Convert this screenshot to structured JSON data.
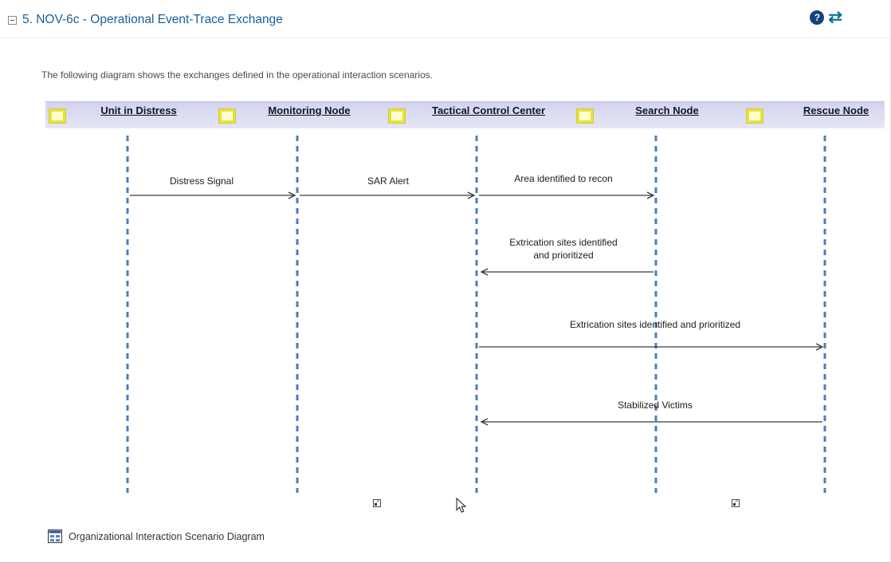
{
  "header": {
    "title": "5. NOV-6c - Operational Event-Trace Exchange"
  },
  "icons": {
    "help": "?",
    "swap": "⇄",
    "collapse": "minus-square",
    "caption": "diagram-table-icon",
    "node": "yellow-square"
  },
  "intro_text": "The following diagram shows the exchanges defined in the operational interaction scenarios.",
  "diagram": {
    "type": "sequence-event-trace",
    "nodes": [
      {
        "label": "Unit in Distress"
      },
      {
        "label": "Monitoring Node"
      },
      {
        "label": "Tactical Control Center"
      },
      {
        "label": "Search Node"
      },
      {
        "label": "Rescue Node"
      }
    ],
    "messages": [
      {
        "label": "Distress Signal",
        "from": "Unit in Distress",
        "to": "Monitoring Node",
        "direction": "right"
      },
      {
        "label": "SAR Alert",
        "from": "Monitoring Node",
        "to": "Tactical Control Center",
        "direction": "right"
      },
      {
        "label": "Area identified to recon",
        "from": "Tactical Control Center",
        "to": "Search Node",
        "direction": "right"
      },
      {
        "label": "Extrication sites identified and prioritized",
        "label_lines": [
          "Extrication sites identified",
          "and prioritized"
        ],
        "from": "Search Node",
        "to": "Tactical Control Center",
        "direction": "left"
      },
      {
        "label": "Extrication sites identified and prioritized",
        "from": "Tactical Control Center",
        "to": "Rescue Node",
        "direction": "right"
      },
      {
        "label": "Stabilized Victims",
        "from": "Rescue Node",
        "to": "Tactical Control Center",
        "direction": "left"
      }
    ]
  },
  "caption": {
    "label": "Organizational Interaction Scenario Diagram"
  },
  "colors": {
    "title": "#17619c",
    "band": "#dcdcf2",
    "lifeline": "#4a7ebb",
    "node_icon_fill": "#ffffd2",
    "node_icon_border": "#ece32e",
    "arrow": "#3a3a3a",
    "help_icon": "#14427c",
    "swap_icon": "#0e7490"
  }
}
